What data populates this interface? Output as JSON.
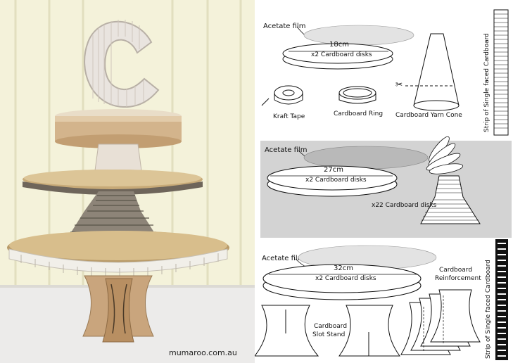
{
  "photo": {
    "credit": "mumaroo.com.au",
    "letter": "C"
  },
  "tier_small": {
    "acetate_label": "Acetate film",
    "size_label": "18cm",
    "disks_label": "x2 Cardboard disks",
    "tape_label": "Kraft Tape",
    "ring_label": "Cardboard Ring",
    "cone_label": "Cardboard Yarn Cone",
    "strip_label": "Strip of Single faced Cardboard"
  },
  "tier_medium": {
    "acetate_label": "Acetate film",
    "size_label": "27cm",
    "disks_label": "x2 Cardboard disks",
    "stack_label": "x22 Cardboard disks"
  },
  "tier_large": {
    "acetate_label": "Acetate film",
    "size_label": "32cm",
    "disks_label": "x2 Cardboard disks",
    "reinforcement_label_1": "Cardboard",
    "reinforcement_label_2": "Reinforcement",
    "stand_label_1": "Cardboard",
    "stand_label_2": "Slot Stand",
    "strip_label": "Strip of Single faced Cardboard"
  },
  "colors": {
    "wall": "#f3f1d6",
    "kraft": "#c9a57d",
    "panel_gray": "#d3d3d3",
    "ink": "#111111"
  }
}
